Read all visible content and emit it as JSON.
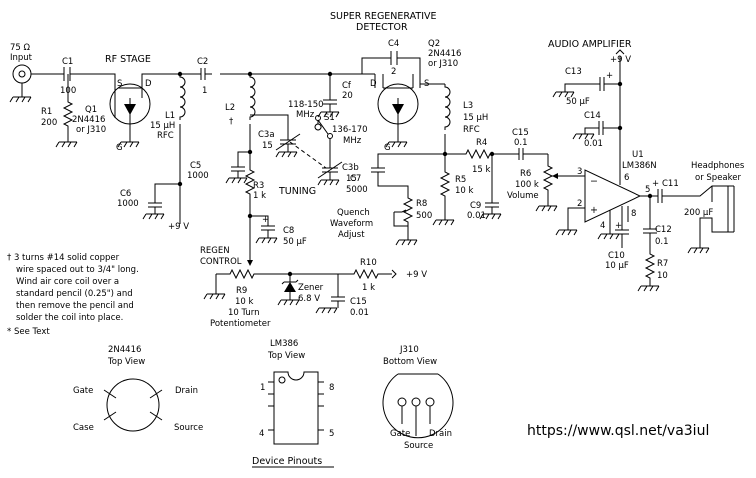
{
  "headings": {
    "rf_stage": "RF STAGE",
    "detector_l1": "SUPER REGENERATIVE",
    "detector_l2": "DETECTOR",
    "audio": "AUDIO AMPLIFIER",
    "regen_l1": "REGEN",
    "regen_l2": "CONTROL",
    "tuning": "TUNING",
    "quench_l1": "Quench",
    "quench_l2": "Waveform",
    "quench_l3": "Adjust",
    "output_l1": "Headphones",
    "output_l2": "or Speaker",
    "input_l1": "75 Ω",
    "input_l2": "Input"
  },
  "components": {
    "c1": [
      "C1",
      "100"
    ],
    "r1": [
      "R1",
      "200"
    ],
    "q1": [
      "Q1",
      "2N4416",
      "or J310"
    ],
    "l1": [
      "L1",
      "15 µH",
      "RFC"
    ],
    "c2": [
      "C2",
      "1"
    ],
    "l2": [
      "L2",
      "†"
    ],
    "c5": [
      "C5",
      "1000"
    ],
    "c6": [
      "C6",
      "1000"
    ],
    "r3": [
      "R3",
      "1 k"
    ],
    "c8": [
      "C8",
      "50 µF"
    ],
    "cf": [
      "Cf",
      "20"
    ],
    "s1": [
      "118-150",
      "MHz",
      "S1",
      "136-170",
      "MHz"
    ],
    "c3a": [
      "C3a",
      "15"
    ],
    "c3b": [
      "C3b",
      "15"
    ],
    "c4": [
      "C4",
      "2"
    ],
    "q2": [
      "Q2",
      "2N4416",
      "or J310"
    ],
    "l3": [
      "L3",
      "15 µH",
      "RFC"
    ],
    "c7": [
      "C7",
      "5000"
    ],
    "r8": [
      "R8",
      "500"
    ],
    "r5": [
      "R5",
      "10 k"
    ],
    "r4": [
      "R4",
      "15 k"
    ],
    "c15a": [
      "C15",
      "0.1"
    ],
    "c9": [
      "C9",
      "0.01"
    ],
    "r6": [
      "R6",
      "100 k",
      "Volume"
    ],
    "c13": [
      "C13",
      "50 µF"
    ],
    "c14": [
      "C14",
      "0.01"
    ],
    "u1": [
      "U1",
      "LM386N"
    ],
    "c11": [
      "C11",
      "200 µF"
    ],
    "c12": [
      "C12",
      "0.1"
    ],
    "c10": [
      "C10",
      "10 µF"
    ],
    "r7": [
      "R7",
      "10"
    ],
    "r9": [
      "R9",
      "10 k",
      "10 Turn",
      "Potentiometer"
    ],
    "zener": [
      "Zener",
      "6.8 V"
    ],
    "r10": [
      "R10",
      "1 k"
    ],
    "c15b": [
      "C15",
      "0.01"
    ]
  },
  "supply": {
    "v1": "+9 V",
    "v2": "+9 V",
    "v3": "+9 V"
  },
  "pins": {
    "p2": "2",
    "p3": "3",
    "p4": "4",
    "p5": "5",
    "p6": "6",
    "p8": "8"
  },
  "device_letters": {
    "d": "D",
    "s": "S",
    "g": "G"
  },
  "notes": [
    "† 3 turns #14 solid copper",
    "wire spaced out to 3/4\" long.",
    "Wind air core coil over a",
    "standard pencil (0.25\") and",
    "then remove the pencil and",
    "solder the coil into place.",
    "* See Text"
  ],
  "pinouts": {
    "n2n4416": {
      "title": "2N4416",
      "view": "Top View",
      "gate": "Gate",
      "drain": "Drain",
      "case": "Case",
      "source": "Source"
    },
    "lm386": {
      "title": "LM386",
      "view": "Top View",
      "p1": "1",
      "p4": "4",
      "p5": "5",
      "p8": "8"
    },
    "j310": {
      "title": "J310",
      "view": "Bottom View",
      "gate": "Gate",
      "drain": "Drain",
      "source": "Source"
    },
    "caption": "Device Pinouts"
  },
  "url": "https://www.qsl.net/va3iul"
}
